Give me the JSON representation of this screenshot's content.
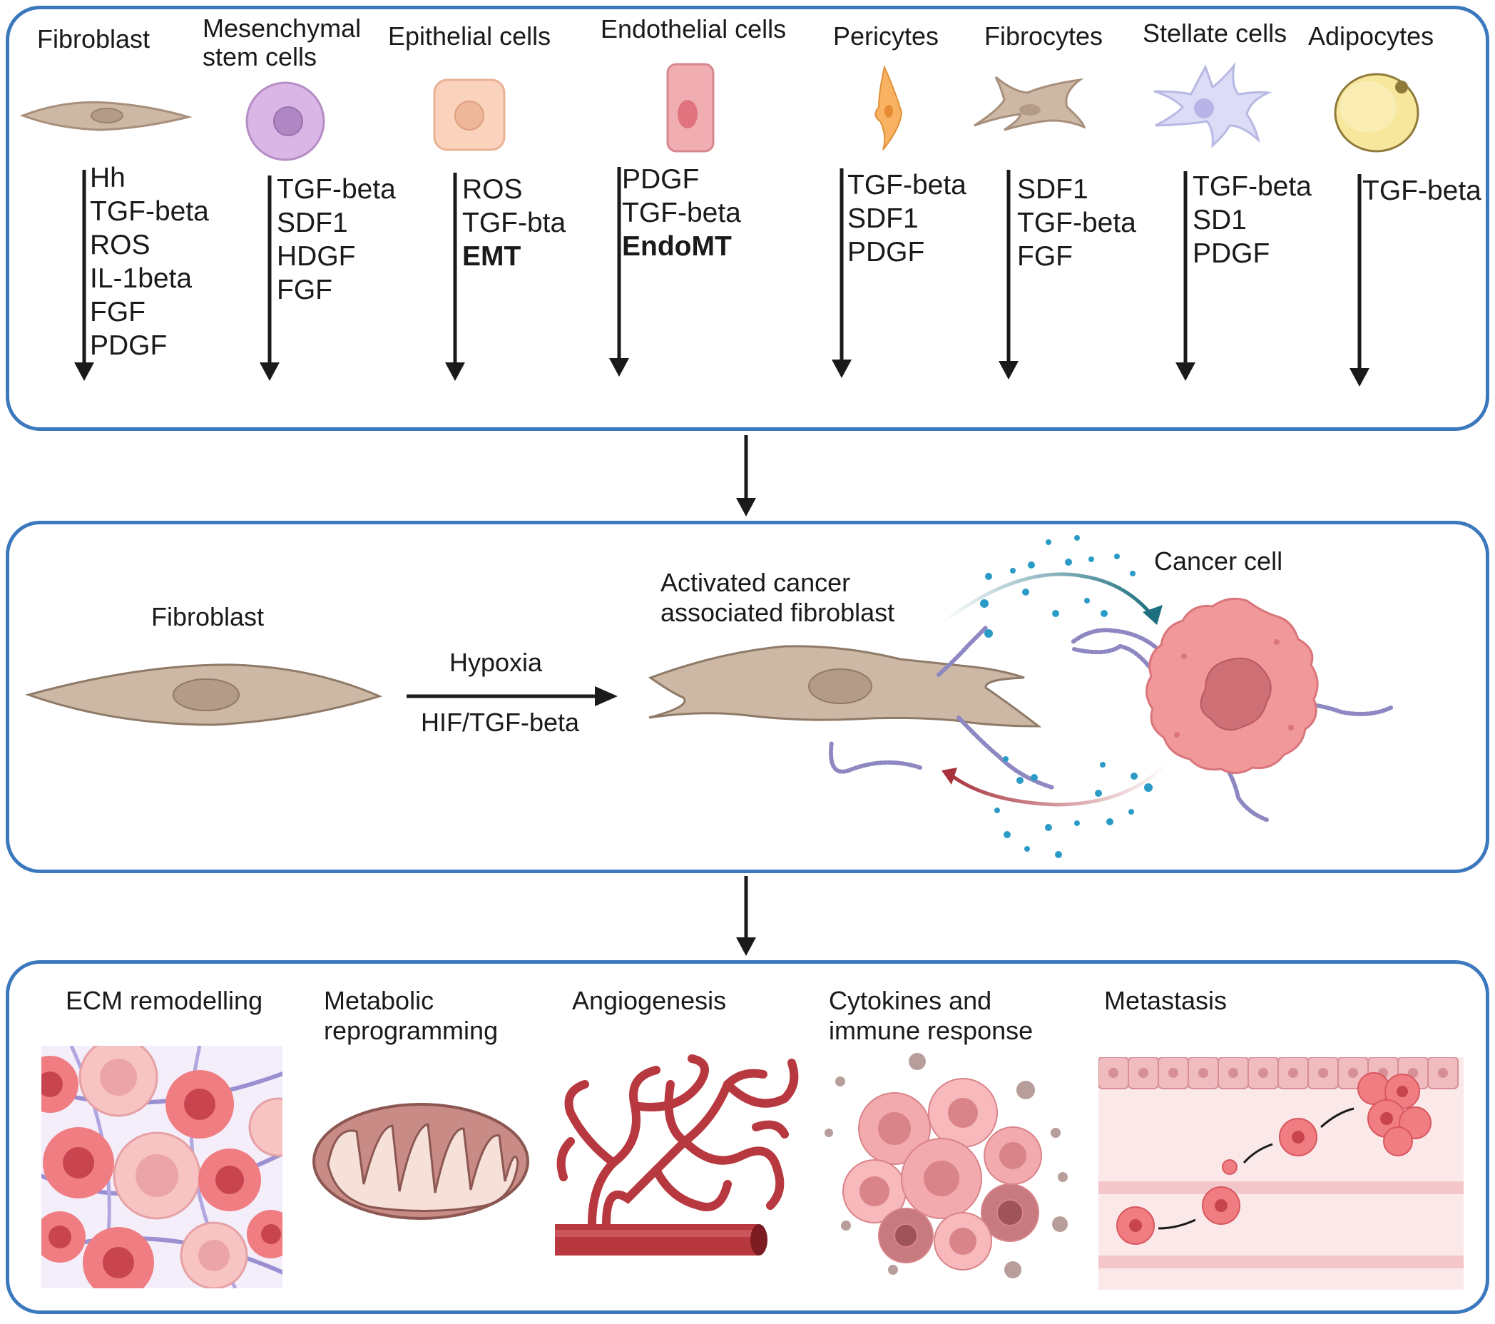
{
  "sources": [
    {
      "name": "Fibroblast",
      "factors": [
        "Hh",
        "TGF-beta",
        "ROS",
        "IL-1beta",
        "FGF",
        "PDGF"
      ],
      "bold": []
    },
    {
      "name": "Mesenchymal stem cells",
      "factors": [
        "TGF-beta",
        "SDF1",
        "HDGF",
        "FGF"
      ],
      "bold": []
    },
    {
      "name": "Epithelial cells",
      "factors": [
        "ROS",
        "TGF-bta",
        "EMT"
      ],
      "bold": [
        "EMT"
      ]
    },
    {
      "name": "Endothelial cells",
      "factors": [
        "PDGF",
        "TGF-beta",
        "EndoMT"
      ],
      "bold": [
        "EndoMT"
      ]
    },
    {
      "name": "Pericytes",
      "factors": [
        "TGF-beta",
        "SDF1",
        "PDGF"
      ],
      "bold": []
    },
    {
      "name": "Fibrocytes",
      "factors": [
        "SDF1",
        "TGF-beta",
        "FGF"
      ],
      "bold": []
    },
    {
      "name": "Stellate cells",
      "factors": [
        "TGF-beta",
        "SD1",
        "PDGF"
      ],
      "bold": []
    },
    {
      "name": "Adipocytes",
      "factors": [
        "TGF-beta"
      ],
      "bold": []
    }
  ],
  "activation": {
    "fibroblast": "Fibroblast",
    "stimulus_top": "Hypoxia",
    "stimulus_bottom": "HIF/TGF-beta",
    "caf": "Activated cancer associated fibroblast",
    "cancer": "Cancer cell"
  },
  "outcomes": [
    "ECM remodelling",
    "Metabolic reprogramming",
    "Angiogenesis",
    "Cytokines and immune response",
    "Metastasis"
  ],
  "colors": {
    "panel_border": "#3b78bd",
    "arrow": "#1a1a1a",
    "fibroblast_body": "#cdb8a6",
    "cancer_cell": "#f1989a",
    "cancer_nucleus": "#cf6f76",
    "teal_arrow": "#1d6f80",
    "red_arrow": "#a8323b",
    "vessel": "#b8383f",
    "mitochondria": "#c98b86"
  }
}
